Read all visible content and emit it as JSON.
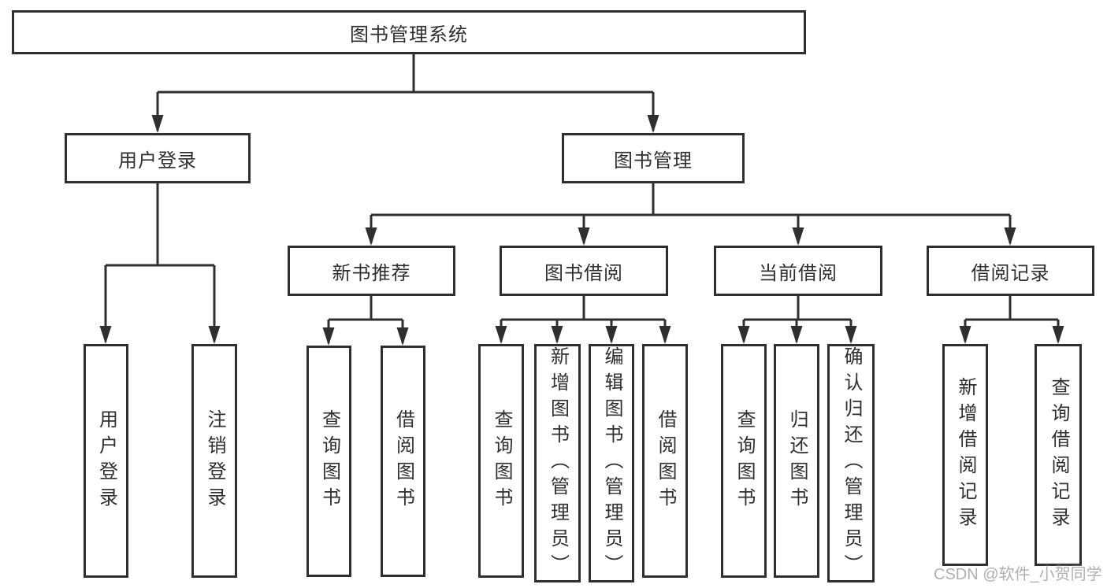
{
  "diagram": {
    "root": "图书管理系统",
    "branches": [
      {
        "label": "用户登录",
        "leaves": [
          "用户登录",
          "注销登录"
        ]
      },
      {
        "label": "图书管理",
        "groups": [
          {
            "label": "新书推荐",
            "leaves": [
              "查询图书",
              "借阅图书"
            ]
          },
          {
            "label": "图书借阅",
            "leaves": [
              "查询图书",
              "新增图书（管理员）",
              "编辑图书（管理员）",
              "借阅图书"
            ]
          },
          {
            "label": "当前借阅",
            "leaves": [
              "查询图书",
              "归还图书",
              "确认归还（管理员）"
            ]
          },
          {
            "label": "借阅记录",
            "leaves": [
              "新增借阅记录",
              "查询借阅记录"
            ]
          }
        ]
      }
    ]
  },
  "watermark": "CSDN @软件_小贺同学",
  "colors": {
    "line": "#2f2f2f",
    "text": "#2f2f2f",
    "background": "#ffffff",
    "watermark": "#b0b0b0"
  }
}
